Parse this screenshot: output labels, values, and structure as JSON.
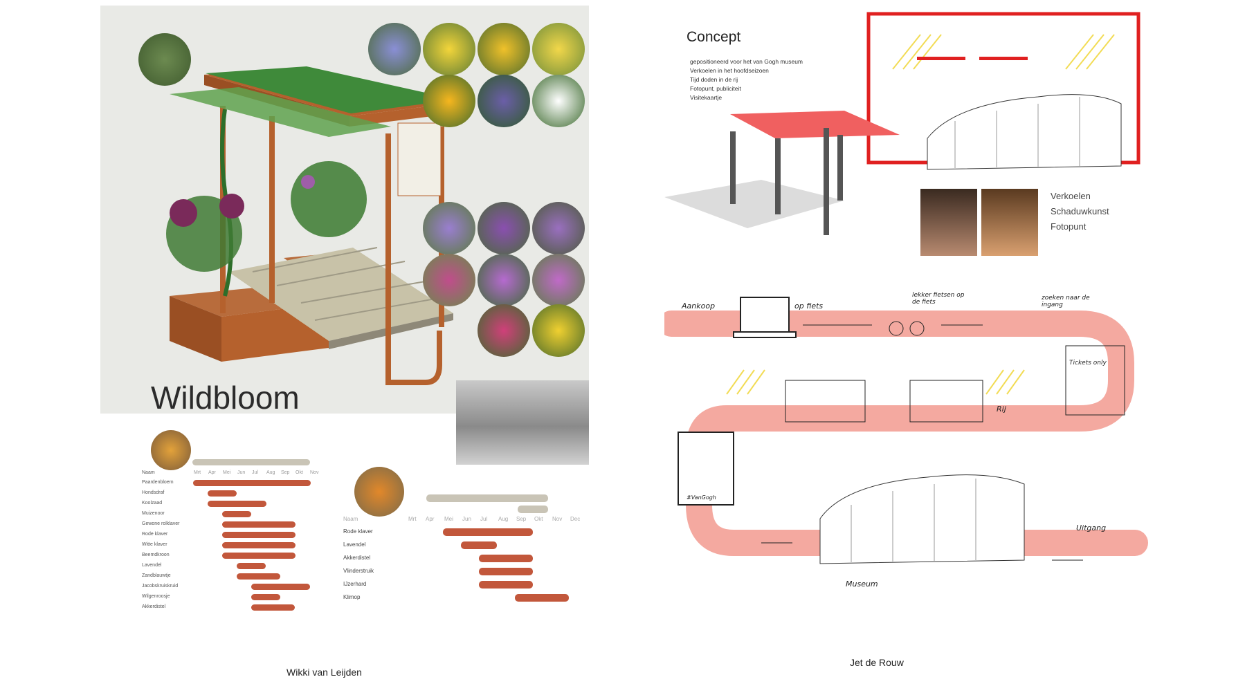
{
  "left": {
    "title": "Wildbloom",
    "caption": "Wikki van Leijden",
    "gantt1": {
      "months": [
        "Mrt",
        "Apr",
        "Mei",
        "Jun",
        "Jul",
        "Aug",
        "Sep",
        "Okt",
        "Nov"
      ],
      "header": "Naam",
      "rows": [
        "Paardenbloem",
        "Hondsdraf",
        "Koolzaad",
        "Muizenoor",
        "Gewone rolklaver",
        "Rode klaver",
        "Witte klaver",
        "Beemdkroon",
        "Lavendel",
        "Zandblauwtje",
        "Jacobskruiskruid",
        "Wilgenroosje",
        "Akkerdistel"
      ]
    },
    "gantt2": {
      "header": "Naam",
      "months": [
        "Mrt",
        "Apr",
        "Mei",
        "Jun",
        "Jul",
        "Aug",
        "Sep",
        "Okt",
        "Nov",
        "Dec"
      ],
      "rows": [
        "Rode klaver",
        "Lavendel",
        "Akkerdistel",
        "Vlinderstruik",
        "IJzerhard",
        "Klimop"
      ]
    }
  },
  "right": {
    "concept": {
      "title": "Concept",
      "lines": [
        "gepositioneerd voor het van Gogh museum",
        "Verkoelen in het hoofdseizoen",
        "Tijd doden in de rij",
        "Fotopunt, publiciteit",
        "Visitekaartje"
      ]
    },
    "keywords": [
      "Verkoelen",
      "Schaduwkunst",
      "Fotopunt"
    ],
    "journey": {
      "aankoop": "Aankoop",
      "opfiets": "op fiets",
      "fietsen": "lekker fietsen op de fiets",
      "zoeken": "zoeken naar de ingang",
      "tickets": "Tickets only",
      "rij": "Rij",
      "hashtag": "#VanGogh",
      "museum": "Museum",
      "uitgang": "Uitgang"
    },
    "caption": "Jet de Rouw"
  }
}
